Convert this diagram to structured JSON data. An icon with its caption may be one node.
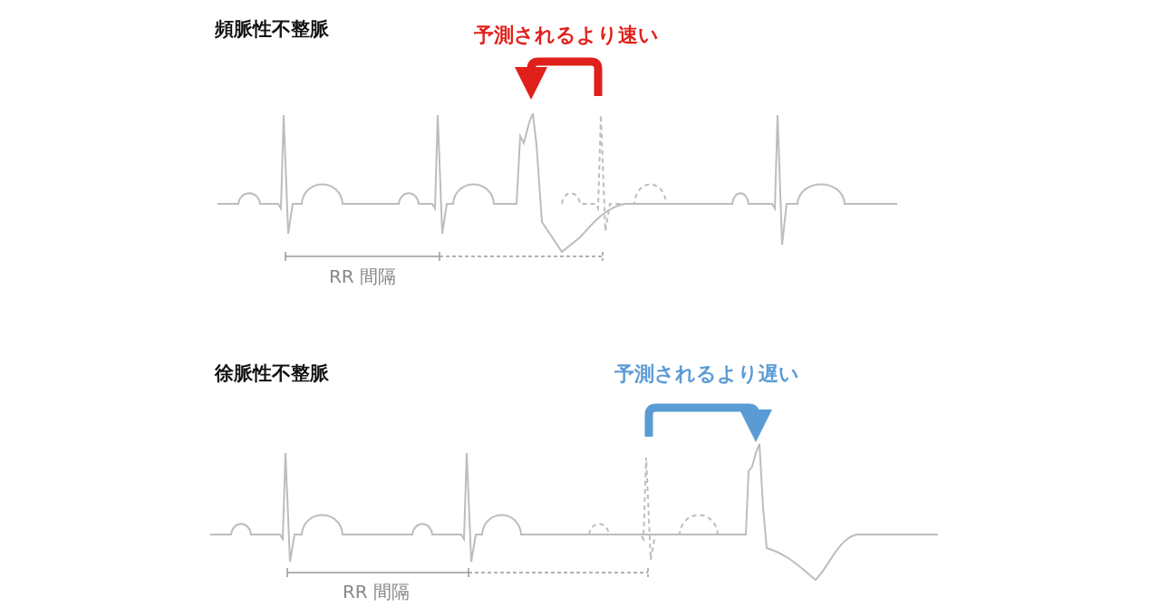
{
  "diagram": {
    "labels": [
      "頻脈性不整脈",
      "予測されるより速い",
      "RR 間隔",
      "徐脈性不整脈",
      "予測されるより遅い",
      "RR 間隔"
    ]
  }
}
